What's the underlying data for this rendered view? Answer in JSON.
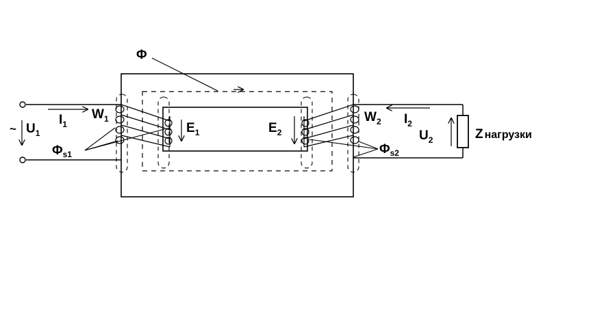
{
  "diagram": {
    "flux": "Φ",
    "primary": {
      "source_symbol": "~",
      "voltage": "U",
      "voltage_sub": "1",
      "current": "I",
      "current_sub": "1",
      "winding": "W",
      "winding_sub": "1",
      "emf": "E",
      "emf_sub": "1",
      "leakage_flux": "Φ",
      "leakage_sub": "s1"
    },
    "secondary": {
      "voltage": "U",
      "voltage_sub": "2",
      "current": "I",
      "current_sub": "2",
      "winding": "W",
      "winding_sub": "2",
      "emf": "E",
      "emf_sub": "2",
      "leakage_flux": "Φ",
      "leakage_sub": "s2"
    },
    "load": {
      "symbol": "Z",
      "text": "нагрузки"
    }
  },
  "colors": {
    "line": "#000000",
    "background": "#ffffff"
  }
}
